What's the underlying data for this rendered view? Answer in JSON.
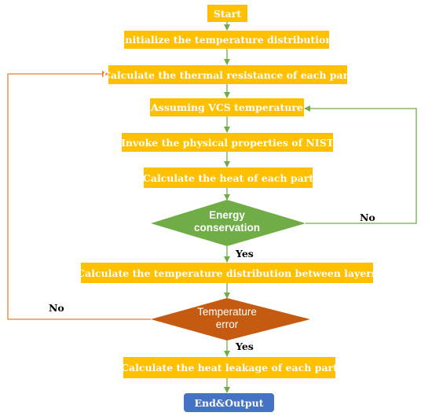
{
  "nodes": {
    "start": "Start",
    "init": "Initialize the temperature distribution",
    "thermal": "Calculate the thermal resistance of each part",
    "assume": "Assuming VCS temperature",
    "nist": "Invoke the physical properties of NIST",
    "heat": "Calculate the heat of each part",
    "energy_line1": "Energy",
    "energy_line2": "conservation",
    "layers": "Calculate the temperature distribution between layers",
    "temp_line1": "Temperature",
    "temp_line2": "error",
    "leak": "Calculate the heat leakage of each part",
    "end": "End&Output"
  },
  "labels": {
    "energy_yes": "Yes",
    "energy_no": "No",
    "temp_yes": "Yes",
    "temp_no": "No"
  },
  "colors": {
    "process": "#FFC000",
    "end": "#4472C4",
    "energy_decision": "#70AD47",
    "temp_decision": "#C55A11",
    "arrow_main": "#70AD47",
    "arrow_temp_loop": "#ED7D31"
  }
}
